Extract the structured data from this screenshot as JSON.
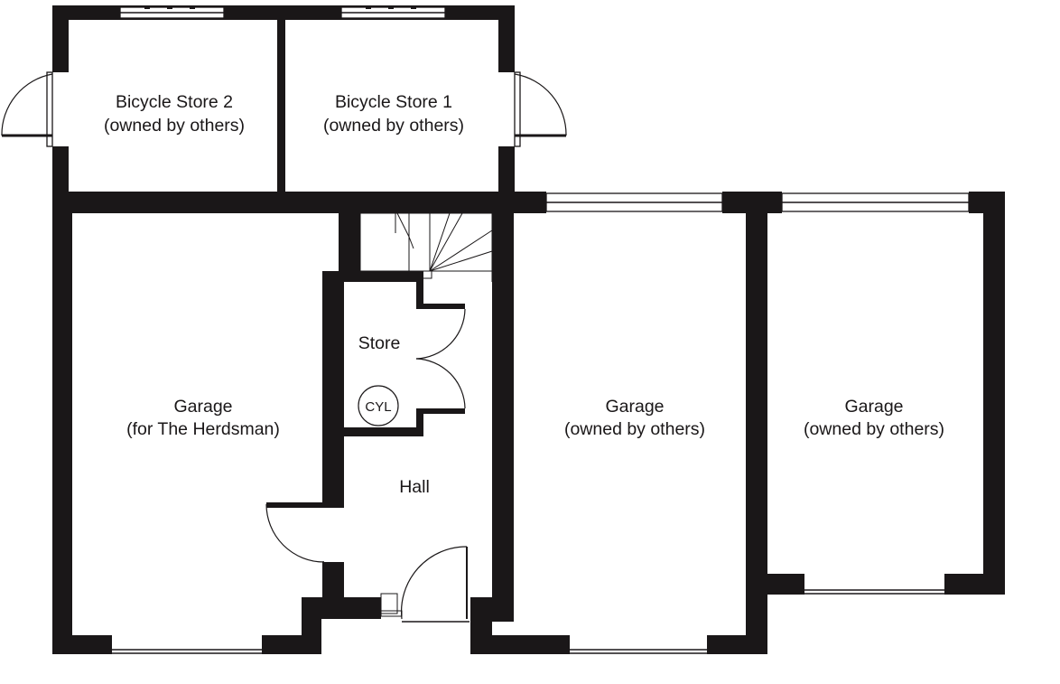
{
  "floorplan": {
    "rooms": {
      "bicycle_store_2": {
        "line1": "Bicycle Store 2",
        "line2": "(owned by others)"
      },
      "bicycle_store_1": {
        "line1": "Bicycle Store 1",
        "line2": "(owned by others)"
      },
      "garage_herdsman": {
        "line1": "Garage",
        "line2": "(for The Herdsman)"
      },
      "store": {
        "label": "Store"
      },
      "cylinder": {
        "label": "CYL"
      },
      "hall": {
        "label": "Hall"
      },
      "garage_middle": {
        "line1": "Garage",
        "line2": "(owned by others)"
      },
      "garage_right": {
        "line1": "Garage",
        "line2": "(owned by others)"
      }
    },
    "colors": {
      "wall": "#1a1718",
      "background": "#ffffff"
    }
  }
}
